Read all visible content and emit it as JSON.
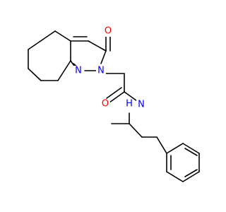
{
  "molecule": {
    "atom_labels": {
      "carbonyl_oxygen_ring": "O",
      "ring_nitrogen_1": "N",
      "ring_nitrogen_2": "N",
      "amide_oxygen": "O",
      "amide_nitrogen": "N",
      "amide_hydrogen": "H"
    },
    "colors": {
      "oxygen": "#ff0000",
      "nitrogen": "#0000ff",
      "bond": "#000000",
      "background": "#ffffff"
    }
  }
}
